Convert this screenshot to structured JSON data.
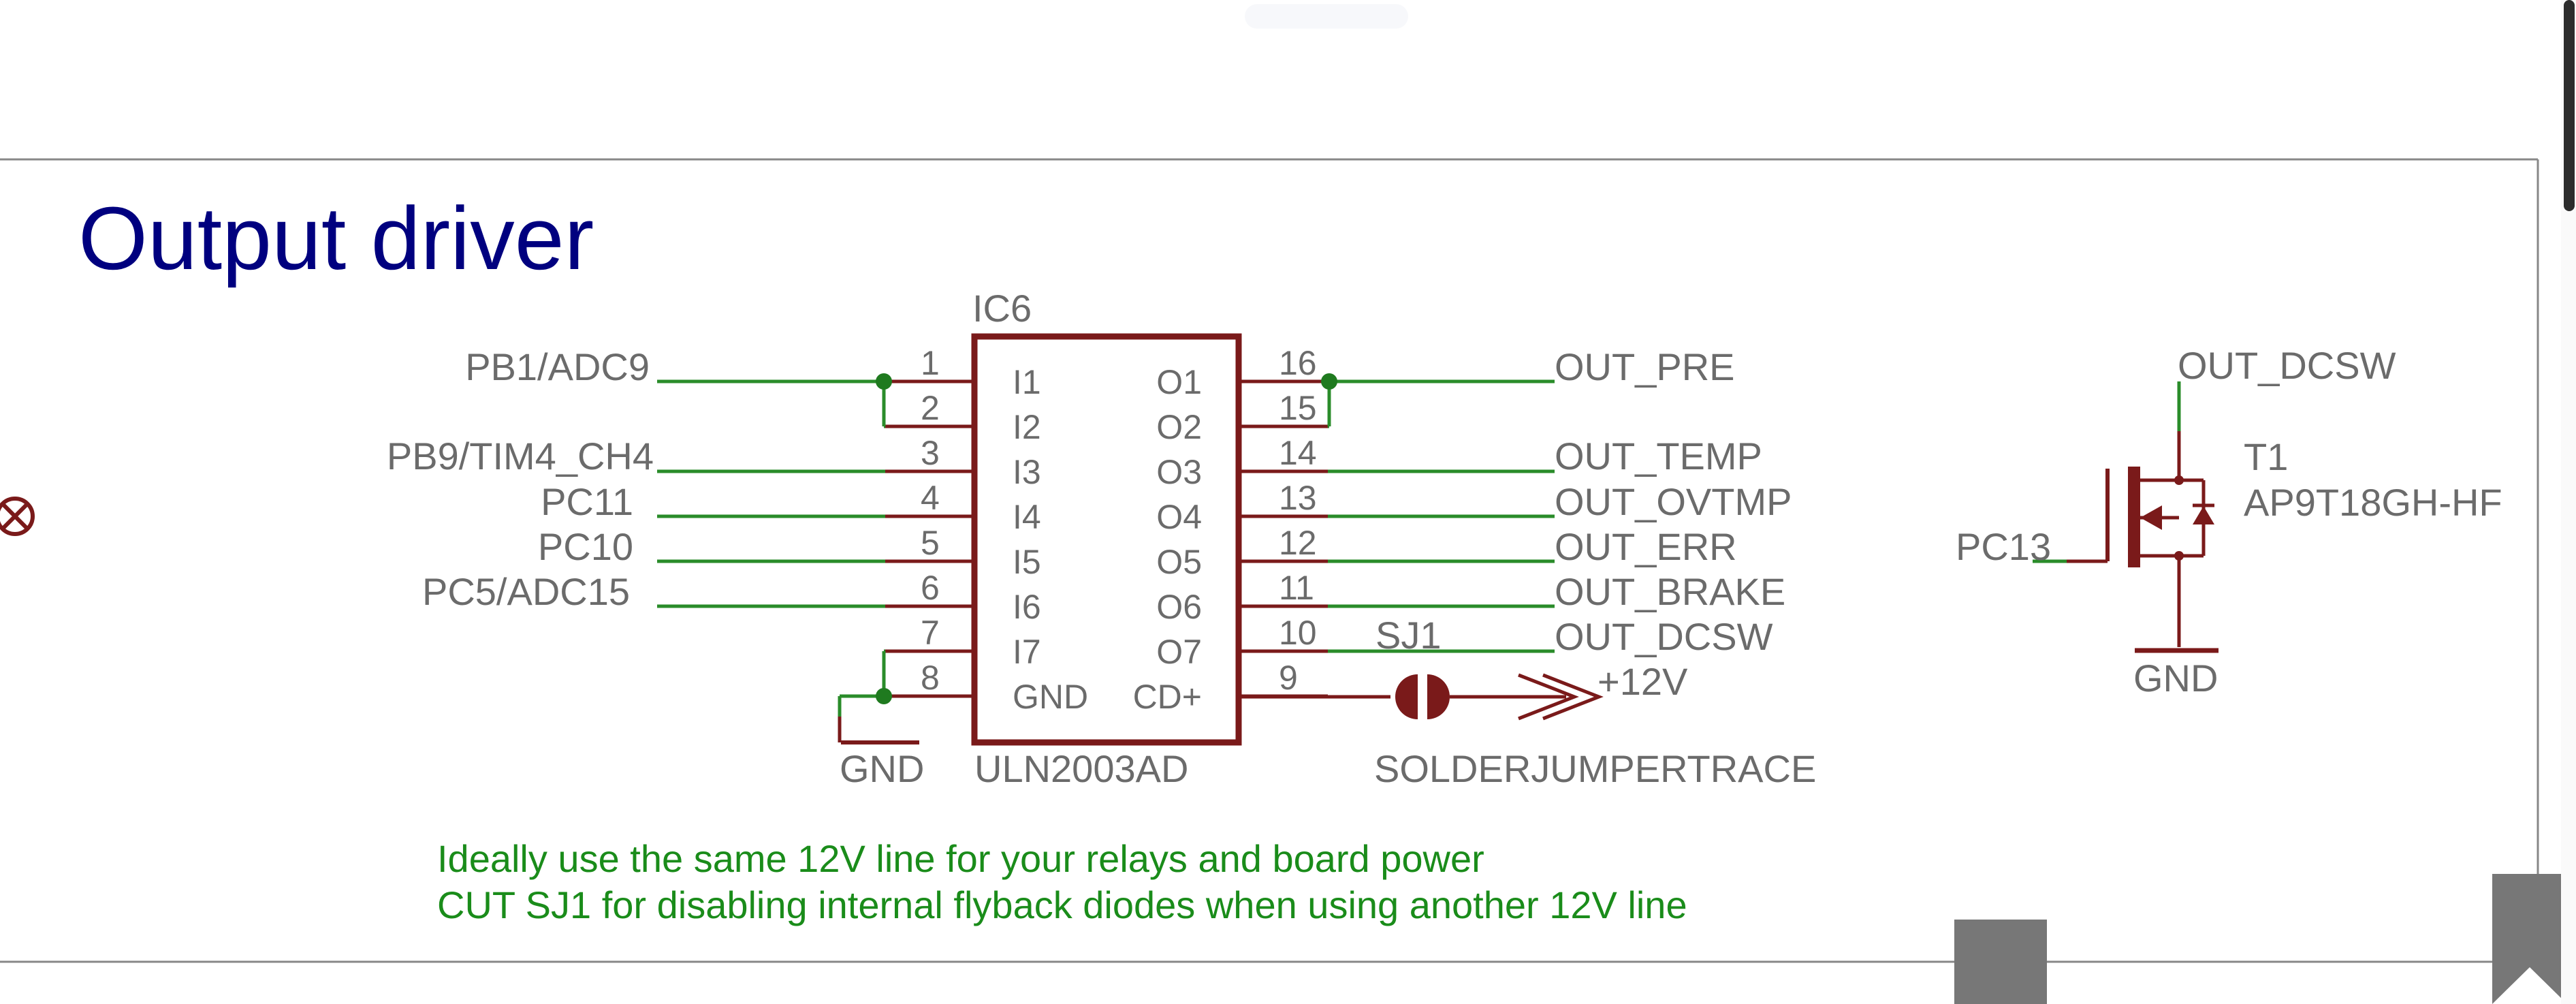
{
  "sheet": {
    "title": "Output driver"
  },
  "colors": {
    "wire": "#2a8c2a",
    "junction": "#1f7a1f",
    "component": "#7a1a1a",
    "label_text": "#6b6b6b",
    "title_text": "#00007f",
    "note_text": "#1a8c1a",
    "frame": "#888888"
  },
  "ic6": {
    "refdes": "IC6",
    "value": "ULN2003AD",
    "inputs": [
      {
        "name": "I1",
        "pin": "1"
      },
      {
        "name": "I2",
        "pin": "2"
      },
      {
        "name": "I3",
        "pin": "3"
      },
      {
        "name": "I4",
        "pin": "4"
      },
      {
        "name": "I5",
        "pin": "5"
      },
      {
        "name": "I6",
        "pin": "6"
      },
      {
        "name": "I7",
        "pin": "7"
      },
      {
        "name": "GND",
        "pin": "8"
      }
    ],
    "outputs": [
      {
        "name": "O1",
        "pin": "16"
      },
      {
        "name": "O2",
        "pin": "15"
      },
      {
        "name": "O3",
        "pin": "14"
      },
      {
        "name": "O4",
        "pin": "13"
      },
      {
        "name": "O5",
        "pin": "12"
      },
      {
        "name": "O6",
        "pin": "11"
      },
      {
        "name": "O7",
        "pin": "10"
      },
      {
        "name": "CD+",
        "pin": "9"
      }
    ]
  },
  "input_nets": [
    "PB1/ADC9",
    "PB9/TIM4_CH4",
    "PC11",
    "PC10",
    "PC5/ADC15"
  ],
  "output_nets": [
    "OUT_PRE",
    "OUT_TEMP",
    "OUT_OVTMP",
    "OUT_ERR",
    "OUT_BRAKE",
    "OUT_DCSW"
  ],
  "gnd_label": "GND",
  "sj1": {
    "refdes": "SJ1",
    "value": "SOLDERJUMPERTRACE",
    "supply": "+12V"
  },
  "t1": {
    "refdes": "T1",
    "value": "AP9T18GH-HF",
    "drain_net": "OUT_DCSW",
    "gate_net": "PC13",
    "source_net": "GND"
  },
  "notes": [
    "Ideally use the same 12V line for your relays and board power",
    "CUT SJ1 for disabling internal flyback diodes when using another 12V line"
  ],
  "icons": {
    "left_edge": "circle-cross-icon"
  }
}
